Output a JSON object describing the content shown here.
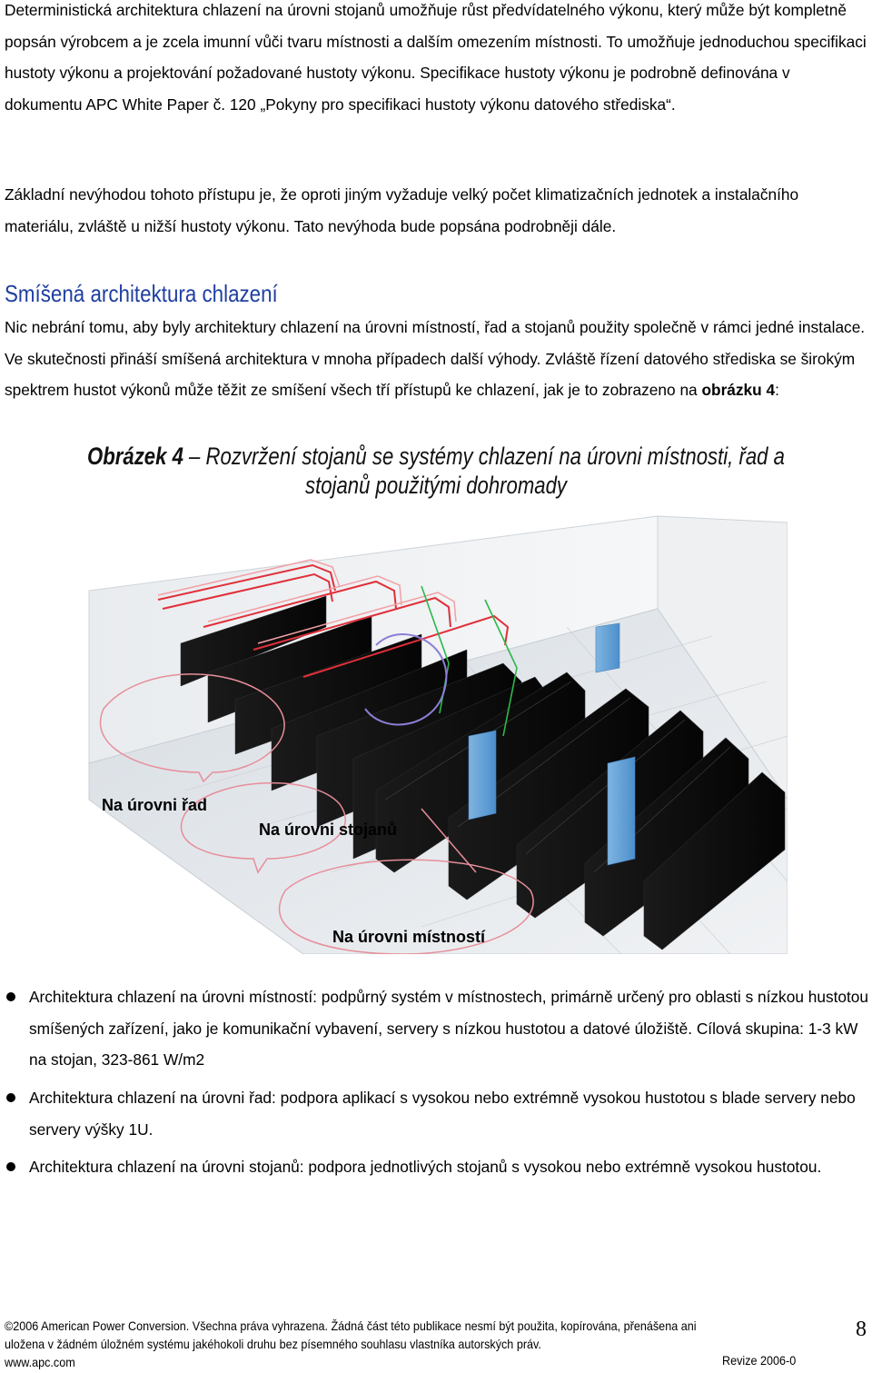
{
  "paragraphs": [
    "Deterministická architektura chlazení na úrovni stojanů umožňuje růst předvídatelného výkonu, který může být kompletně popsán výrobcem a je zcela imunní vůči tvaru místnosti a dalším omezením místnosti. To umožňuje jednoduchou specifikaci hustoty výkonu a projektování požadované hustoty výkonu. Specifikace hustoty výkonu je podrobně definována v dokumentu APC White Paper č. 120 „Pokyny pro specifikaci hustoty výkonu datového střediska“.",
    "Základní nevýhodou tohoto přístupu je, že oproti jiným vyžaduje velký počet klimatizačních jednotek a instalačního materiálu, zvláště u nižší hustoty výkonu. Tato nevýhoda bude popsána podrobněji dále."
  ],
  "section": {
    "heading": "Smíšená architektura chlazení",
    "intro": "Nic nebrání tomu, aby byly architektury chlazení na úrovni místností, řad a stojanů použity společně v rámci jedné instalace. Ve skutečnosti přináší smíšená architektura v mnoha případech další výhody. Zvláště řízení datového střediska se širokým spektrem hustot výkonů může těžit ze smíšení všech tří přístupů ke chlazení, jak je to zobrazeno na ",
    "intro_ref": "obrázku 4",
    "intro_end": ":"
  },
  "figure": {
    "caption_label": "Obrázek 4",
    "caption_dash": " – ",
    "caption_text": "Rozvržení stojanů se systémy chlazení na úrovni místnosti, řad a stojanů použitými dohromady",
    "labels": {
      "row": "Na úrovni řad",
      "rack": "Na úrovni stojanů",
      "room": "Na úrovni místností"
    }
  },
  "bullets": [
    "Architektura chlazení na úrovni místností: podpůrný systém v místnostech, primárně určený pro oblasti s nízkou hustotou smíšených zařízení, jako je komunikační vybavení, servery s nízkou hustotou a datové úložiště. Cílová skupina: 1-3 kW na stojan, 323-861 W/m2",
    "Architektura chlazení na úrovni řad: podpora aplikací s vysokou nebo extrémně vysokou hustotou s blade servery nebo servery výšky 1U.",
    "Architektura chlazení na úrovni stojanů: podpora jednotlivých stojanů s vysokou nebo extrémně vysokou hustotou."
  ],
  "footer": {
    "copyright_1": "©2006 American Power Conversion. Všechna práva vyhrazena. Žádná část této publikace nesmí být použita, kopírována, přenášena ani",
    "copyright_2": "uložena v žádném úložném systému jakéhokoli druhu bez písemného souhlasu vlastníka autorských práv.",
    "url": "www.apc.com",
    "revision": "Revize 2006-0",
    "page_number": "8"
  }
}
